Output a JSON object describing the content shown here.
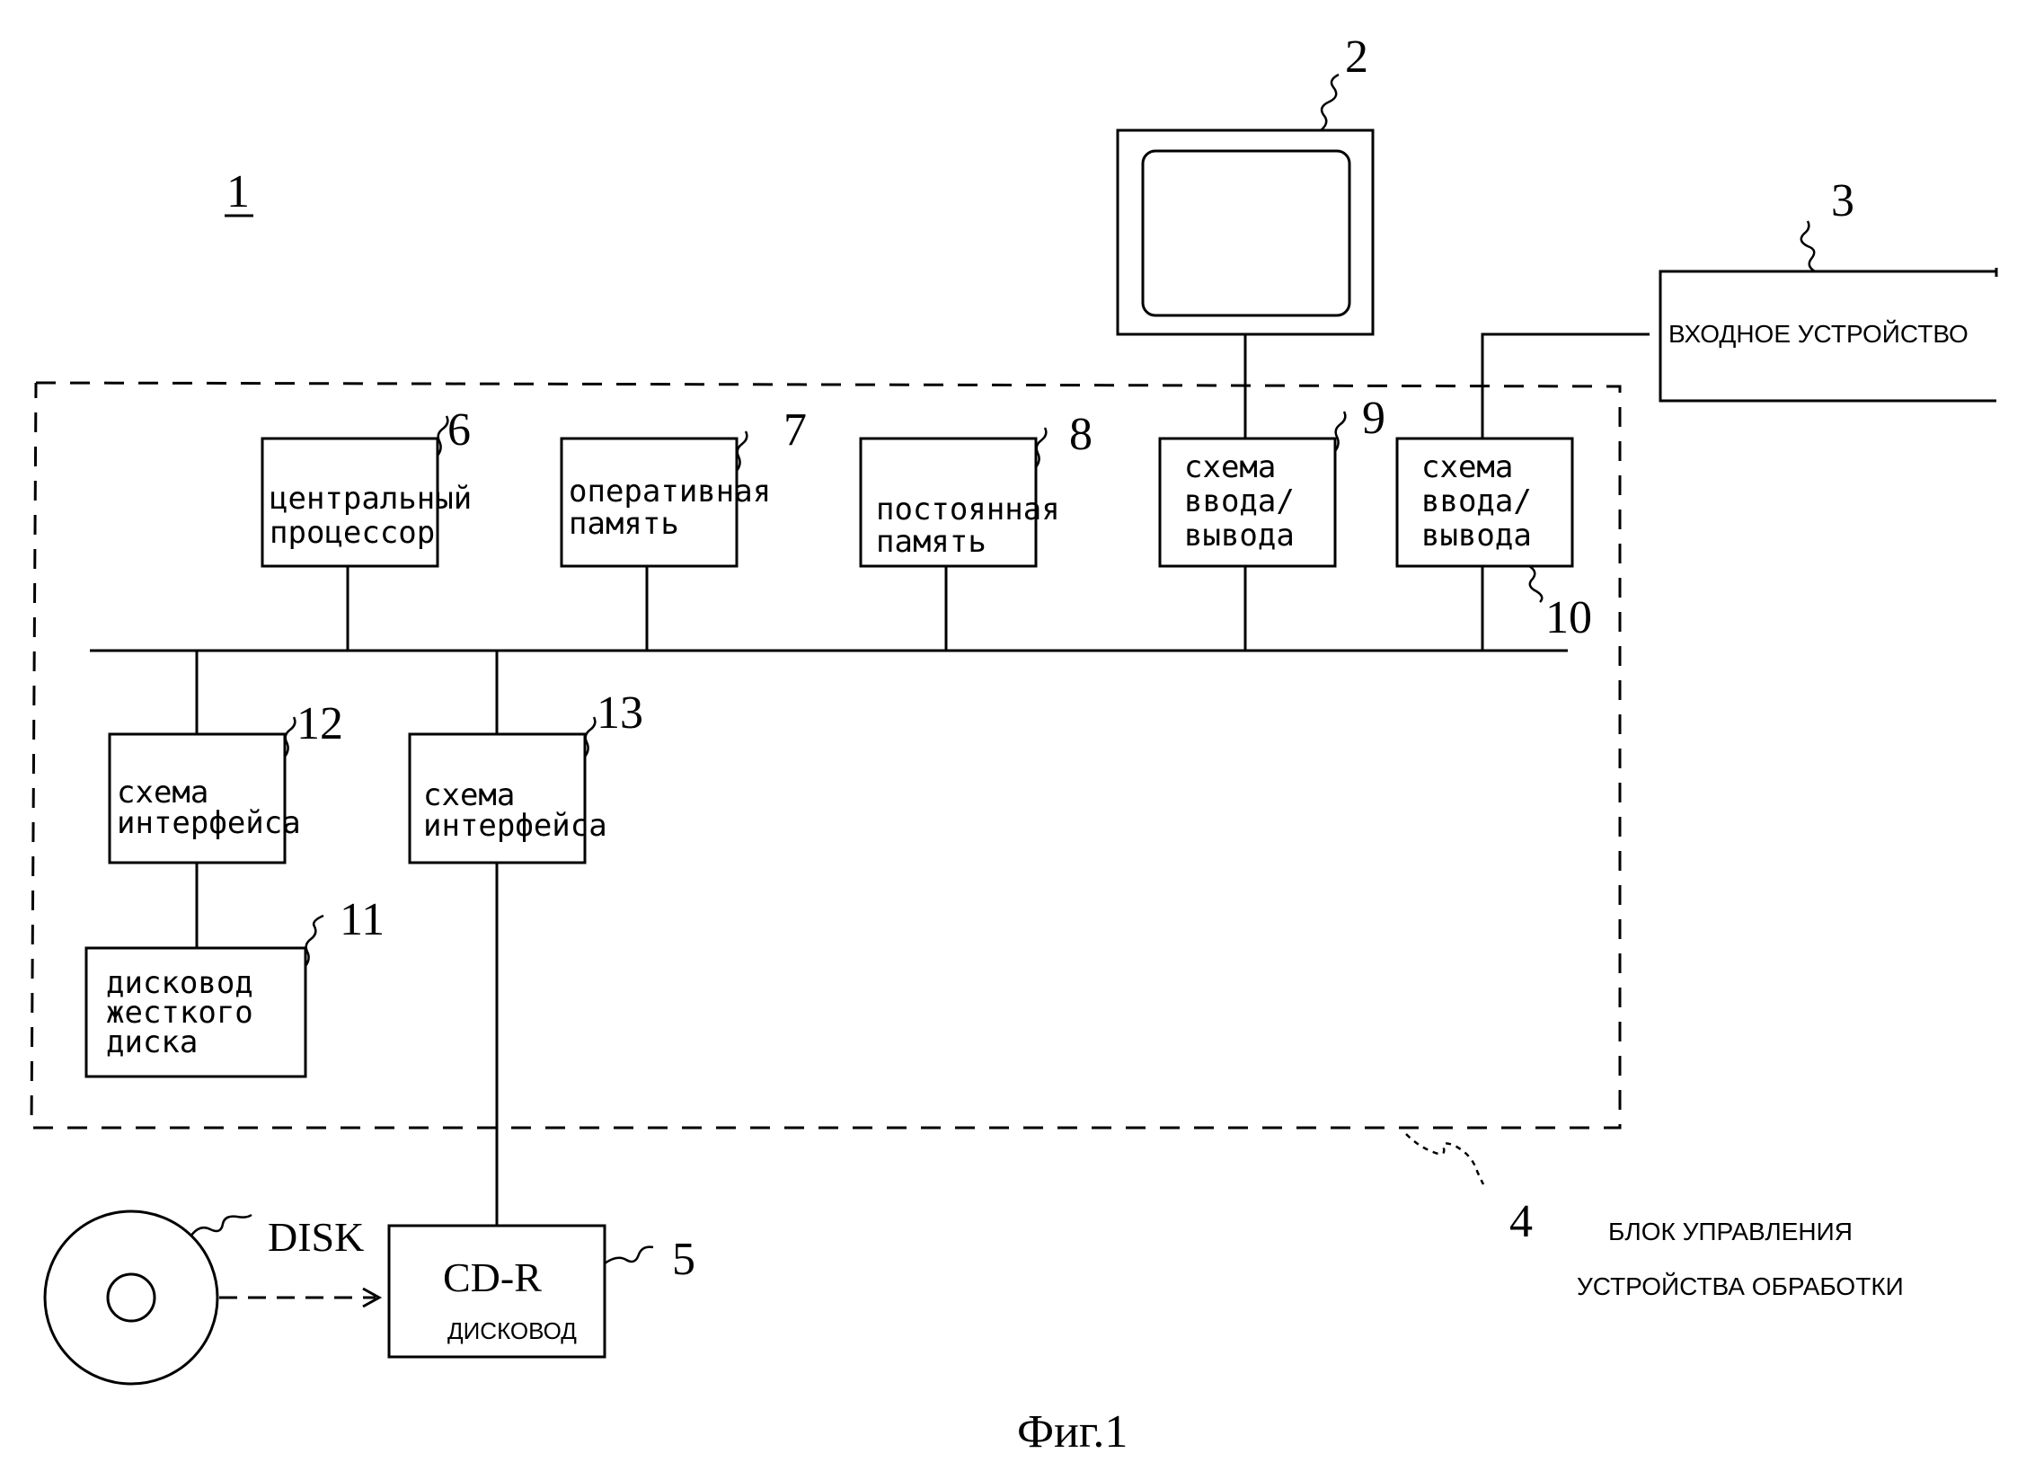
{
  "figure_caption": "Фиг.1",
  "system_number": "1",
  "blocks": {
    "cpu": {
      "number": "6",
      "lines": [
        "центральный",
        "процессор"
      ]
    },
    "ram": {
      "number": "7",
      "lines": [
        "оперативная",
        "память"
      ]
    },
    "rom": {
      "number": "8",
      "lines": [
        "постоянная",
        "память"
      ]
    },
    "io1": {
      "number": "9",
      "lines": [
        "схема",
        "ввода/",
        "вывода"
      ]
    },
    "io2": {
      "number": "10",
      "lines": [
        "схема",
        "ввода/",
        "вывода"
      ]
    },
    "if12": {
      "number": "12",
      "lines": [
        "схема",
        "интерфейса"
      ]
    },
    "if13": {
      "number": "13",
      "lines": [
        "схема",
        "интерфейса"
      ]
    },
    "hdd": {
      "number": "11",
      "lines": [
        "дисковод",
        "жесткого",
        "диска"
      ]
    },
    "monitor": {
      "number": "2"
    },
    "input": {
      "number": "3",
      "label": "ВХОДНОЕ УСТРОЙСТВО"
    },
    "cdr": {
      "number": "5",
      "title": "CD-R",
      "subtitle": "ДИСКОВОД"
    },
    "disk": {
      "label": "DISK"
    }
  },
  "control_unit": {
    "number": "4",
    "lines": [
      "БЛОК УПРАВЛЕНИЯ",
      "УСТРОЙСТВА ОБРАБОТКИ"
    ]
  }
}
